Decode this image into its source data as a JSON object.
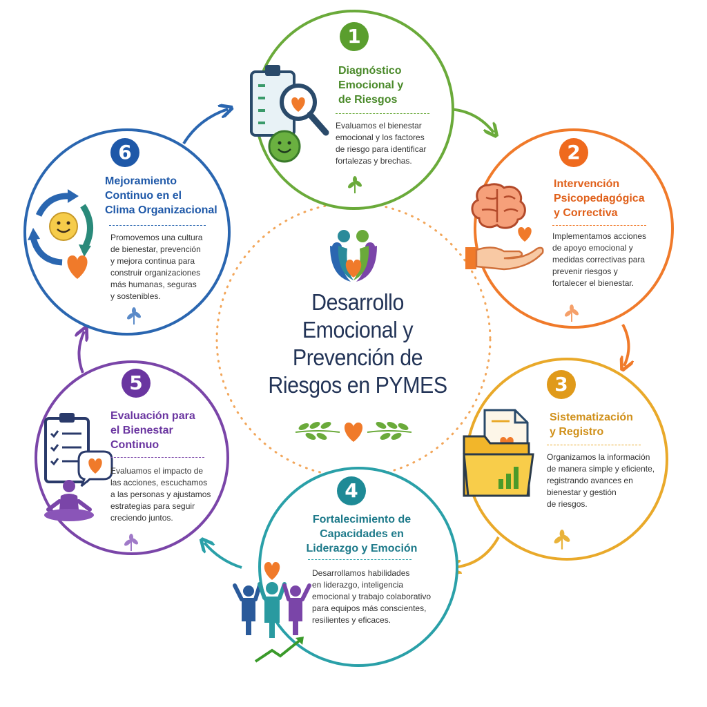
{
  "center": {
    "title_line1": "Desarrollo",
    "title_line2": "Emocional y",
    "title_line3": "Prevención de",
    "title_line4": "Riesgos en PYMES"
  },
  "steps": [
    {
      "number": "1",
      "title_line1": "Diagnóstico",
      "title_line2": "Emocional y",
      "title_line3": "de Riesgos",
      "body_lines": [
        "Evaluamos el bienestar",
        "emocional y los factores",
        "de riesgo para identificar",
        "fortalezas y brechas."
      ],
      "color": "#6aaa3a",
      "icons": [
        "clipboard-icon",
        "magnifier-heart-icon",
        "smiley-icon",
        "leaf-icon"
      ]
    },
    {
      "number": "2",
      "title_line1": "Intervención",
      "title_line2": "Psicopedagógica",
      "title_line3": "y Correctiva",
      "body_lines": [
        "Implementamos acciones",
        "de apoyo emocional y",
        "medidas correctivas para",
        "prevenir riesgos y",
        "fortalecer el bienestar."
      ],
      "color": "#f07a2a",
      "icons": [
        "brain-icon",
        "hand-heart-icon",
        "leaf-icon"
      ]
    },
    {
      "number": "3",
      "title_line1": "Sistematización",
      "title_line2": "y Registro",
      "body_lines": [
        "Organizamos la información",
        "de manera simple y eficiente,",
        "registrando avances en",
        "bienestar y gestión",
        "de riesgos."
      ],
      "color": "#e9a92a",
      "icons": [
        "folder-chart-icon",
        "document-heart-icon",
        "leaf-icon"
      ]
    },
    {
      "number": "4",
      "title_line1": "Fortalecimiento de",
      "title_line2": "Capacidades en",
      "title_line3": "Liderazgo y Emoción",
      "body_lines": [
        "Desarrollamos habilidades",
        "en liderazgo, inteligencia",
        "emocional y trabajo colaborativo",
        "para equipos más conscientes,",
        "resilientes y eficaces."
      ],
      "color": "#2aa0a8",
      "icons": [
        "team-icon",
        "heart-icon",
        "growth-arrow-icon"
      ]
    },
    {
      "number": "5",
      "title_line1": "Evaluación para",
      "title_line2": "el Bienestar",
      "title_line3": "Continuo",
      "body_lines": [
        "Evaluamos el impacto de",
        "las acciones, escuchamos",
        "a las personas y ajustamos",
        "estrategias para seguir",
        "creciendo juntos."
      ],
      "color": "#7a45a8",
      "icons": [
        "checklist-icon",
        "meditation-icon",
        "speech-heart-icon",
        "leaf-icon"
      ]
    },
    {
      "number": "6",
      "title_line1": "Mejoramiento",
      "title_line2": "Continuo en el",
      "title_line3": "Clima Organizacional",
      "body_lines": [
        "Promovemos una cultura",
        "de bienestar, prevención",
        "y mejora continua para",
        "construir organizaciones",
        "más humanas, seguras",
        "y sostenibles."
      ],
      "color": "#2a66b0",
      "icons": [
        "cycle-arrows-icon",
        "smiley-icon",
        "heart-icon",
        "leaf-icon"
      ]
    }
  ]
}
